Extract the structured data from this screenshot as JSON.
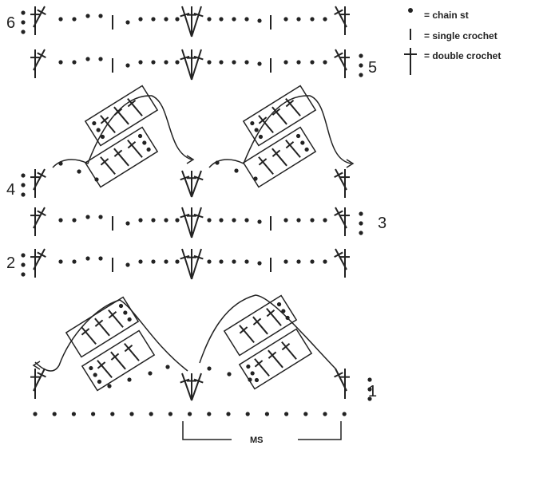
{
  "legend": {
    "chain": "= chain st",
    "single": "= single crochet",
    "double": "= double crochet"
  },
  "rows": {
    "r1": "1",
    "r2": "2",
    "r3": "3",
    "r4": "4",
    "r5": "5",
    "r6": "6"
  },
  "ms_label": "MS"
}
